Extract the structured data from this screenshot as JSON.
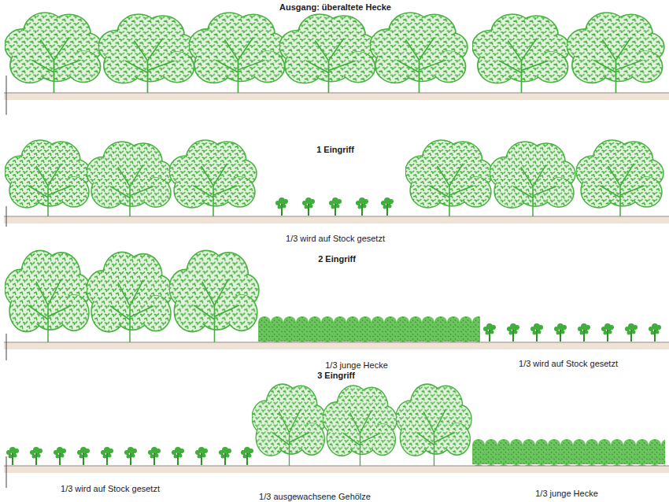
{
  "diagram": {
    "title": "Ausgang: überaltete Hecke",
    "labels": [
      "1 Eingriff",
      "1/3 wird auf Stock gesetzt",
      "2 Eingriff",
      "1/3 junge Hecke",
      "1/3 wird auf Stock gesetzt",
      "3 Eingriff",
      "1/3 wird auf Stock gesetzt",
      "1/3 ausgewachsene Gehölze",
      "1/3 junge Hecke"
    ]
  }
}
